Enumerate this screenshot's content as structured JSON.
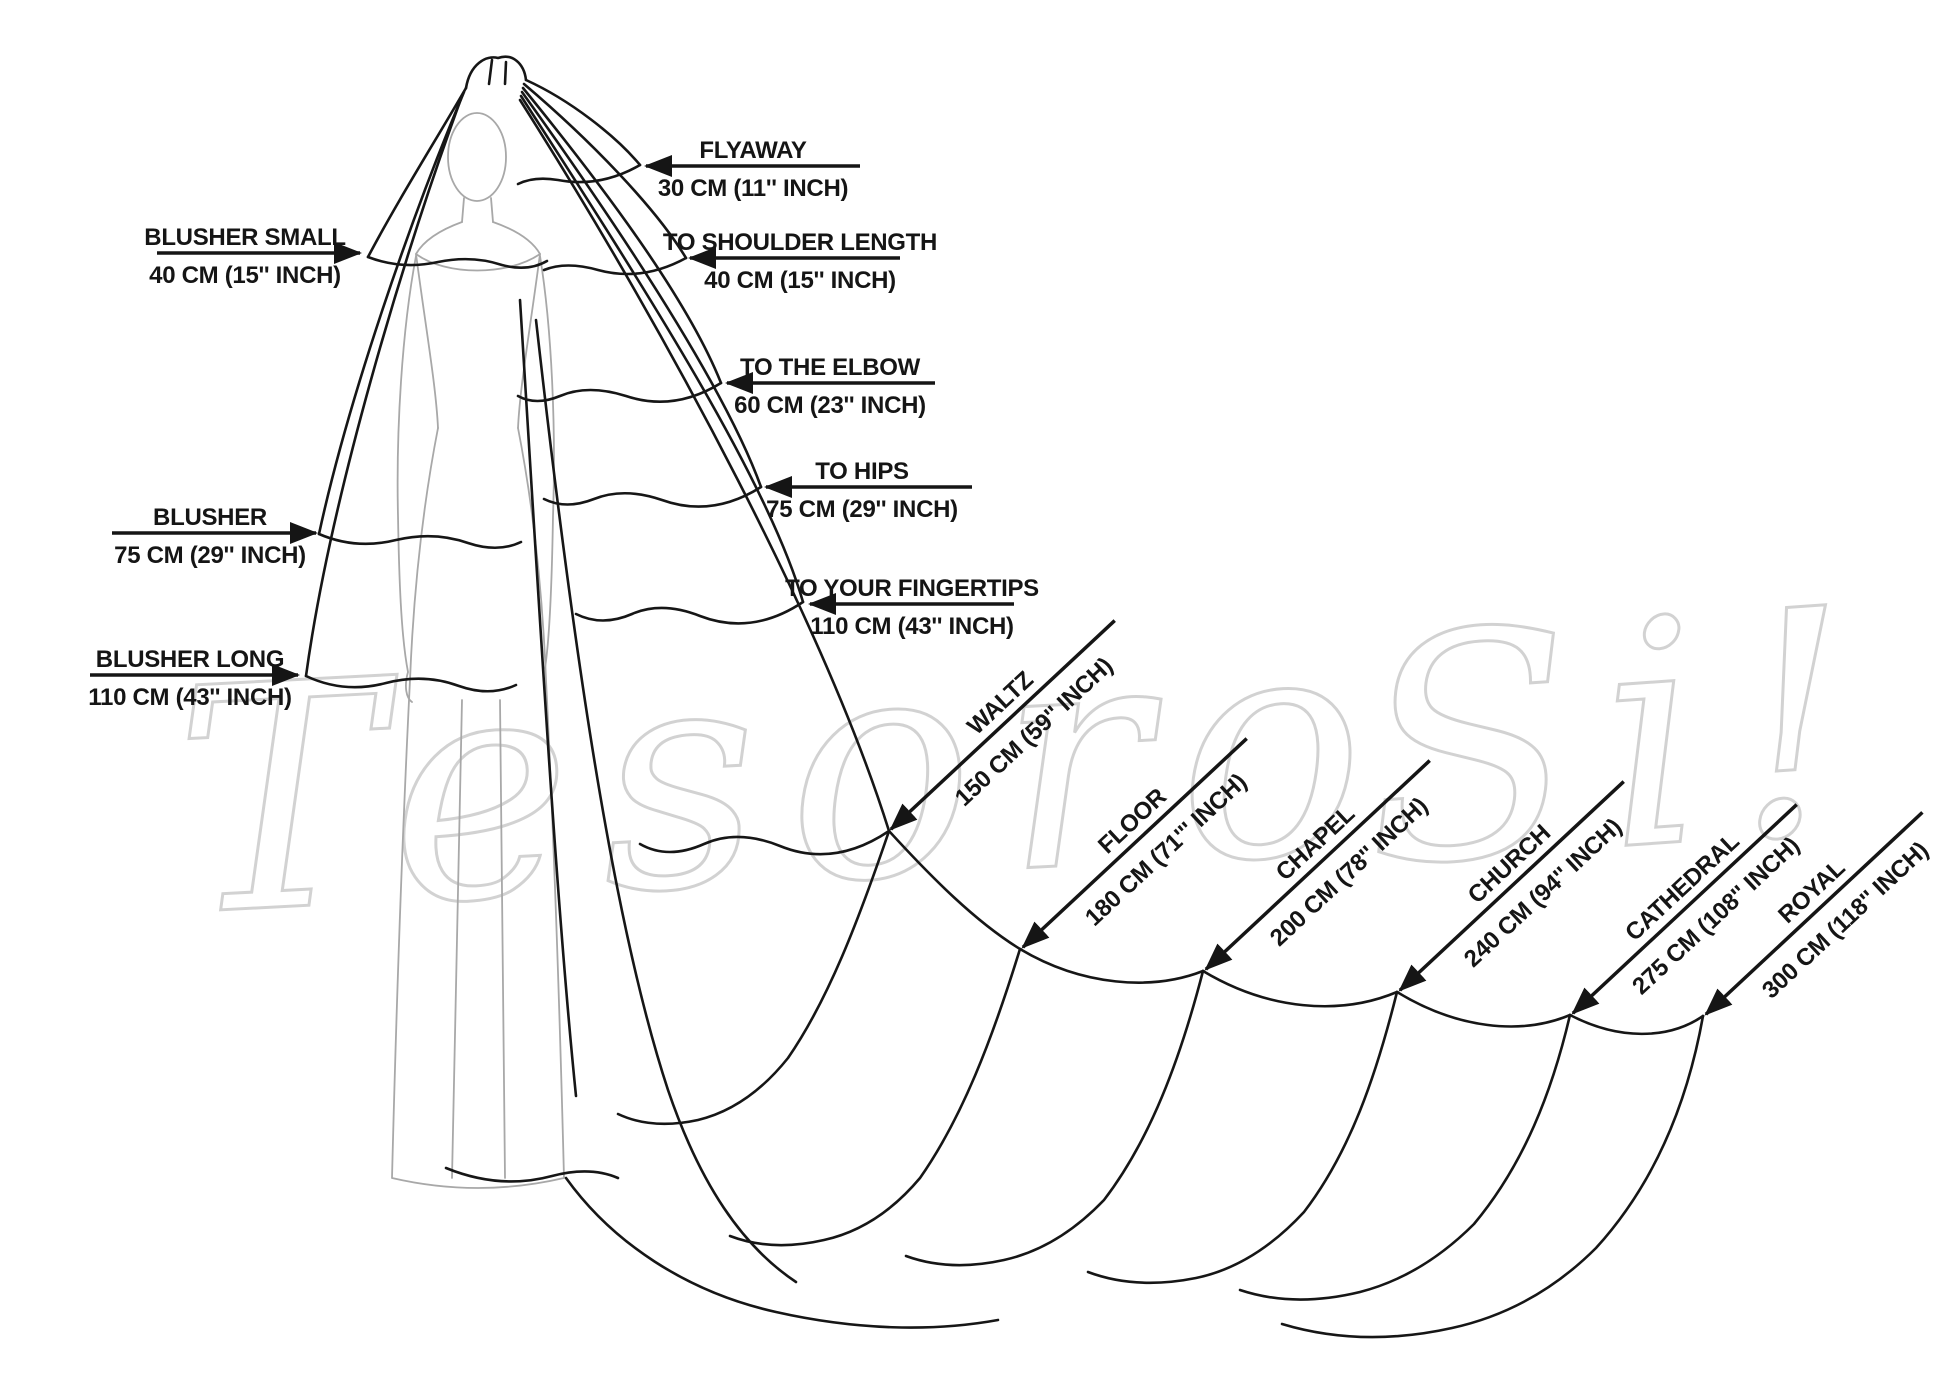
{
  "watermark": {
    "left": "Tesoro",
    "right": "Si!"
  },
  "colors": {
    "background": "#ffffff",
    "line_art": "#161616",
    "figure_outline": "#a8a8a8",
    "watermark": "#d2d2d2"
  },
  "veil_lengths": [
    {
      "name": "FLYAWAY",
      "value": "30 CM (11'' INCH)"
    },
    {
      "name": "BLUSHER SMALL",
      "value": "40 CM (15'' INCH)"
    },
    {
      "name": "TO SHOULDER LENGTH",
      "value": "40 CM (15'' INCH)"
    },
    {
      "name": "TO THE ELBOW",
      "value": "60 CM (23'' INCH)"
    },
    {
      "name": "TO HIPS",
      "value": "75 CM (29'' INCH)"
    },
    {
      "name": "BLUSHER",
      "value": "75 CM (29'' INCH)"
    },
    {
      "name": "TO YOUR FINGERTIPS",
      "value": "110 CM (43'' INCH)"
    },
    {
      "name": "BLUSHER LONG",
      "value": "110 CM (43'' INCH)"
    },
    {
      "name": "WALTZ",
      "value": "150 CM (59'' INCH)"
    },
    {
      "name": "FLOOR",
      "value": "180 CM (71''' INCH)"
    },
    {
      "name": "CHAPEL",
      "value": "200 CM (78'' INCH)"
    },
    {
      "name": "CHURCH",
      "value": "240 CM (94'' INCH)"
    },
    {
      "name": "CATHEDRAL",
      "value": "275 CM (108'' INCH)"
    },
    {
      "name": "ROYAL",
      "value": "300 CM (118'' INCH)"
    }
  ]
}
